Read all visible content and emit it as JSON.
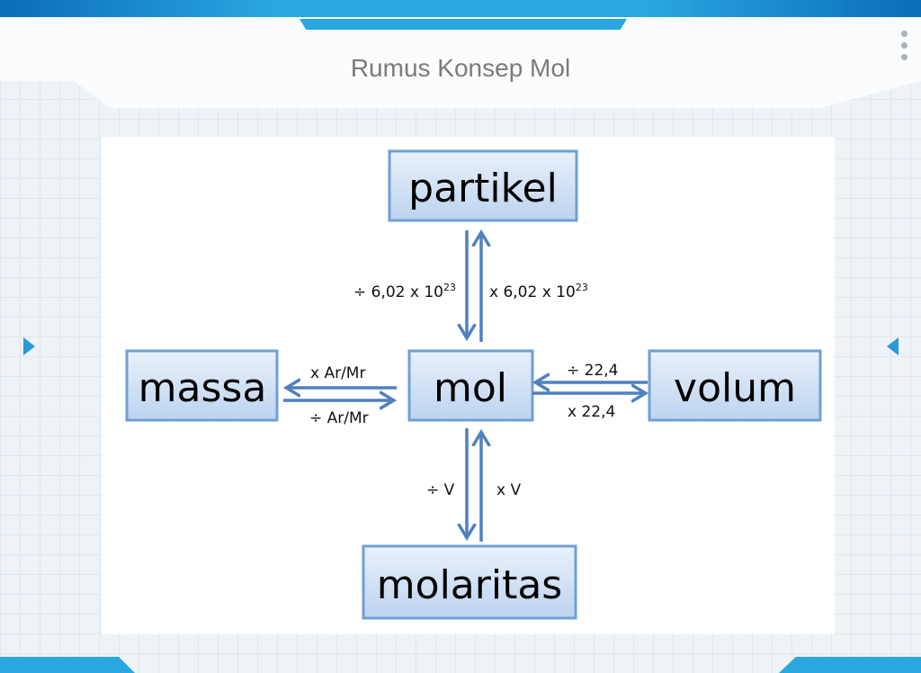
{
  "header": {
    "title": "Rumus Konsep Mol"
  },
  "diagram": {
    "nodes": {
      "top": "partikel",
      "left": "massa",
      "center": "mol",
      "right": "volum",
      "bottom": "molaritas"
    },
    "labels": {
      "top_down": "÷ 6,02 x 10",
      "top_up": "x 6,02 x 10",
      "exp": "23",
      "left_top": "x Ar/Mr",
      "left_bottom": "÷ Ar/Mr",
      "right_top": "÷ 22,4",
      "right_bottom": "x 22,4",
      "bottom_down": "÷ V",
      "bottom_up": "x V"
    }
  },
  "colors": {
    "accent": "#2aa7e0",
    "arrow": "#4f81bd"
  }
}
